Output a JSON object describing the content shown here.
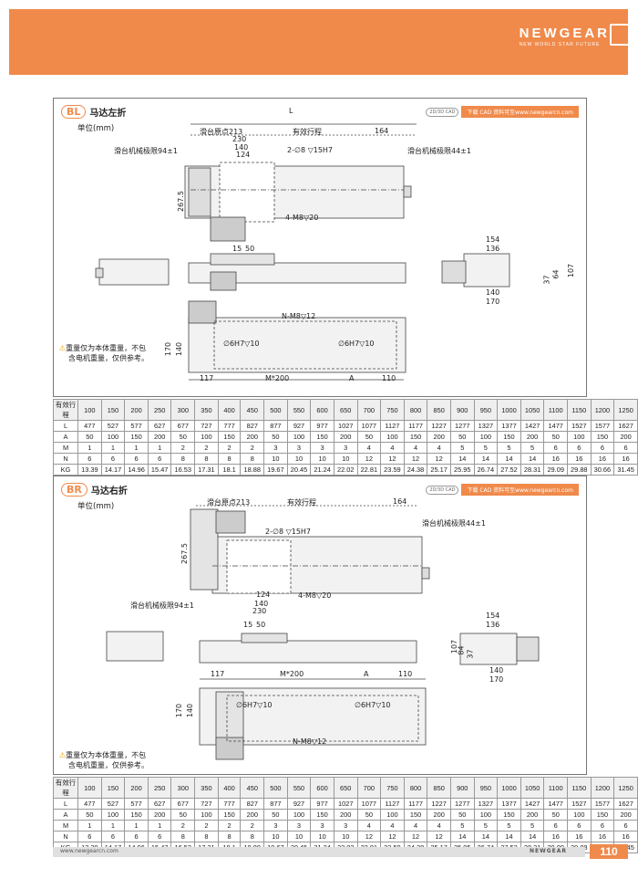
{
  "brand": {
    "name": "NEWGEAR",
    "tagline": "NEW WORLD STAR FUTURE"
  },
  "cad": {
    "icon": "2D/3D CAD",
    "download": "下载 CAD 资料可至www.newgearcn.com"
  },
  "unit": "单位(mm)",
  "warning": {
    "line1": "重量仅为本体重量，不包",
    "line2": "含电机重量，仅供参考。"
  },
  "sections": [
    {
      "code": "BL",
      "title": "马达左折",
      "labels": {
        "L": "L",
        "origin": "滑台原点213",
        "stroke": "有效行程",
        "d164": "164",
        "d230": "230",
        "d140": "140",
        "d124": "124",
        "limitL": "滑台机械极限94±1",
        "limitR": "滑台机械极限44±1",
        "hole8": "2-∅8 ▽15H7",
        "m8": "4-M8▽20",
        "h267": "267.5",
        "d15": "15",
        "d50": "50",
        "d154": "154",
        "d136": "136",
        "d107": "107",
        "d64": "64",
        "d37": "37",
        "b140": "140",
        "b170": "170",
        "nm8": "N-M8▽12",
        "h6a": "∅6H7▽10",
        "h6b": "∅6H7▽10",
        "v170": "170",
        "v140": "140",
        "d117": "117",
        "m200": "M*200",
        "A": "A",
        "d110": "110"
      }
    },
    {
      "code": "BR",
      "title": "马达右折",
      "labels": {
        "origin": "滑台原点213",
        "stroke": "有效行程",
        "d164": "164",
        "limitR": "滑台机械极限44±1",
        "hole8": "2-∅8 ▽15H7",
        "m8": "4-M8▽20",
        "h267": "267.5",
        "d124": "124",
        "d140": "140",
        "d230": "230",
        "limitL": "滑台机械极限94±1",
        "d15": "15",
        "d50": "50",
        "d154": "154",
        "d136": "136",
        "d107": "107",
        "d84": "84",
        "d37": "37",
        "b140": "140",
        "b170": "170",
        "d117": "117",
        "m200": "M*200",
        "A": "A",
        "d110": "110",
        "h6a": "∅6H7▽10",
        "h6b": "∅6H7▽10",
        "v170": "170",
        "v140": "140",
        "nm8": "N-M8▽12"
      }
    }
  ],
  "table": {
    "rows": [
      {
        "h": "有效行程",
        "v": [
          "100",
          "150",
          "200",
          "250",
          "300",
          "350",
          "400",
          "450",
          "500",
          "550",
          "600",
          "650",
          "700",
          "750",
          "800",
          "850",
          "900",
          "950",
          "1000",
          "1050",
          "1100",
          "1150",
          "1200",
          "1250"
        ]
      },
      {
        "h": "L",
        "v": [
          "477",
          "527",
          "577",
          "627",
          "677",
          "727",
          "777",
          "827",
          "877",
          "927",
          "977",
          "1027",
          "1077",
          "1127",
          "1177",
          "1227",
          "1277",
          "1327",
          "1377",
          "1427",
          "1477",
          "1527",
          "1577",
          "1627"
        ]
      },
      {
        "h": "A",
        "v": [
          "50",
          "100",
          "150",
          "200",
          "50",
          "100",
          "150",
          "200",
          "50",
          "100",
          "150",
          "200",
          "50",
          "100",
          "150",
          "200",
          "50",
          "100",
          "150",
          "200",
          "50",
          "100",
          "150",
          "200"
        ]
      },
      {
        "h": "M",
        "v": [
          "1",
          "1",
          "1",
          "1",
          "2",
          "2",
          "2",
          "2",
          "3",
          "3",
          "3",
          "3",
          "4",
          "4",
          "4",
          "4",
          "5",
          "5",
          "5",
          "5",
          "6",
          "6",
          "6",
          "6"
        ]
      },
      {
        "h": "N",
        "v": [
          "6",
          "6",
          "6",
          "6",
          "8",
          "8",
          "8",
          "8",
          "10",
          "10",
          "10",
          "10",
          "12",
          "12",
          "12",
          "12",
          "14",
          "14",
          "14",
          "14",
          "16",
          "16",
          "16",
          "16"
        ]
      },
      {
        "h": "KG",
        "v": [
          "13.39",
          "14.17",
          "14.96",
          "15.47",
          "16.53",
          "17.31",
          "18.1",
          "18.88",
          "19.67",
          "20.45",
          "21.24",
          "22.02",
          "22.81",
          "23.59",
          "24.38",
          "25.17",
          "25.95",
          "26.74",
          "27.52",
          "28.31",
          "29.09",
          "29.88",
          "30.66",
          "31.45"
        ]
      }
    ]
  },
  "footer": {
    "url": "www.newgearcn.com",
    "brand": "NEWGEAR",
    "page": "110"
  }
}
